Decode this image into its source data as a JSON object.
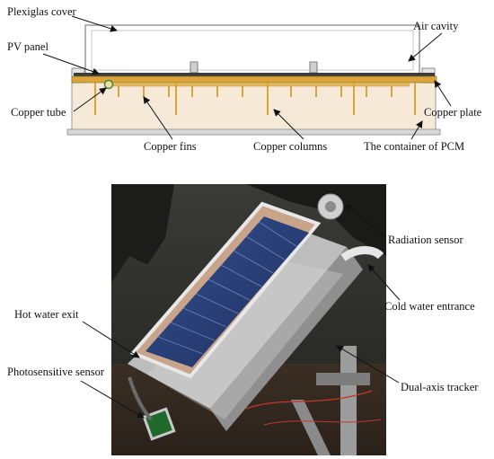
{
  "schematic": {
    "labels": {
      "plexiglas_cover": "Plexiglas cover",
      "air_cavity": "Air cavity",
      "pv_panel": "PV panel",
      "copper_plate": "Copper plate",
      "copper_tube": "Copper tube",
      "copper_fins": "Copper fins",
      "copper_columns": "Copper columns",
      "pcm_container": "The container of PCM"
    }
  },
  "photo": {
    "labels": {
      "radiation_sensor": "Radiation sensor",
      "cold_water_entrance": "Cold water entrance",
      "hot_water_exit": "Hot water exit",
      "photosensitive_sensor": "Photosensitive sensor",
      "dual_axis_tracker": "Dual-axis tracker"
    }
  },
  "colors": {
    "copper": "#d9a43a",
    "pcm_fill": "#f6e9d8",
    "pv_cell": "#2a3f7a",
    "frame": "#a9a9a9"
  }
}
